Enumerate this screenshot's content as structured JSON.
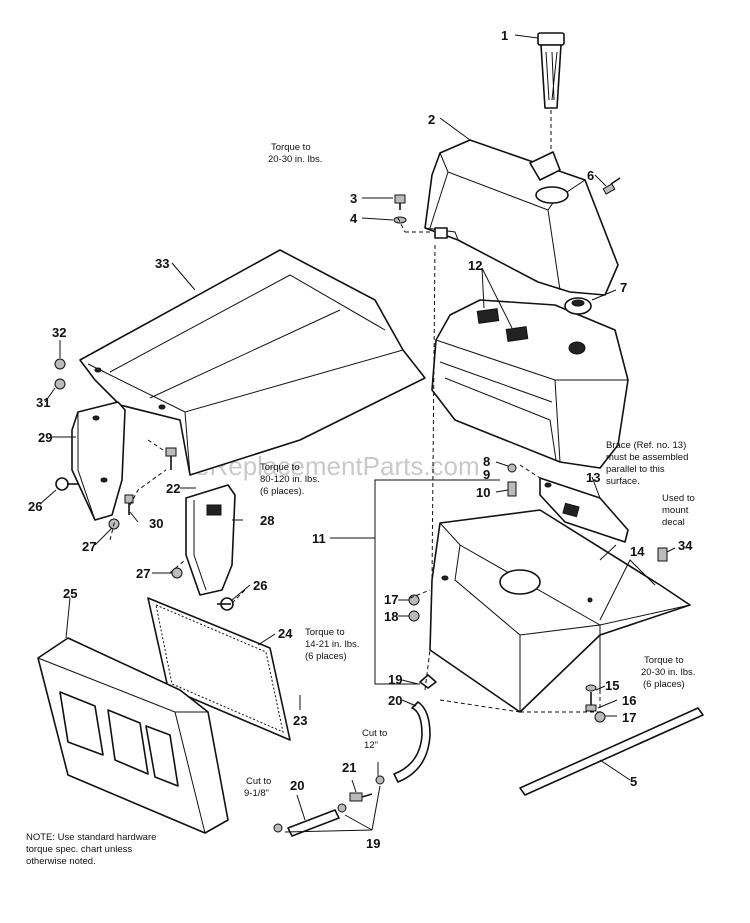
{
  "watermark": "eReplacementParts.com",
  "notes": {
    "torque_3_l1": "Torque to",
    "torque_3_l2": "20-30 in. lbs.",
    "torque_22_l1": "Torque to",
    "torque_22_l2": "80-120 in. lbs.",
    "torque_22_l3": "(6 places).",
    "brace_l1": "Brace (Ref. no. 13)",
    "brace_l2": "must be assembled",
    "brace_l3": "parallel to this",
    "brace_l4": "surface.",
    "decal_l1": "Used to",
    "decal_l2": "mount",
    "decal_l3": "decal",
    "torque_24_l1": "Torque to",
    "torque_24_l2": "14-21 in. lbs.",
    "torque_24_l3": "(6 places)",
    "torque_16_l1": "Torque to",
    "torque_16_l2": "20-30 in. lbs.",
    "torque_16_l3": "(6 places)",
    "cut12_l1": "Cut to",
    "cut12_l2": "12\"",
    "cut9_l1": "Cut to",
    "cut9_l2": "9-1/8\"",
    "footer_l1": "NOTE: Use standard hardware",
    "footer_l2": "torque spec. chart unless",
    "footer_l3": "otherwise noted."
  },
  "callouts": {
    "c1": "1",
    "c2": "2",
    "c3": "3",
    "c4": "4",
    "c5": "5",
    "c6": "6",
    "c7": "7",
    "c8": "8",
    "c9": "9",
    "c10": "10",
    "c11": "11",
    "c12": "12",
    "c13": "13",
    "c14": "14",
    "c15": "15",
    "c16": "16",
    "c17a": "17",
    "c17b": "17",
    "c18": "18",
    "c19a": "19",
    "c19b": "19",
    "c20a": "20",
    "c20b": "20",
    "c21": "21",
    "c22": "22",
    "c23": "23",
    "c24": "24",
    "c25": "25",
    "c26a": "26",
    "c26b": "26",
    "c27a": "27",
    "c27b": "27",
    "c28": "28",
    "c29": "29",
    "c30": "30",
    "c31": "31",
    "c32": "32",
    "c33": "33",
    "c34": "34"
  }
}
